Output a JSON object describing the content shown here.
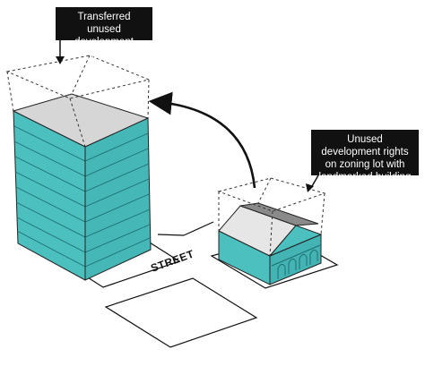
{
  "callouts": {
    "transferred": "Transferred unused development rights",
    "unused": "Unused development rights on zoning lot with landmarked building"
  },
  "labels": {
    "street": "STREET"
  },
  "colors": {
    "tower_face": "#4cbfbf",
    "tower_face_dark": "#3aa9aa",
    "roof": "#d6d6d6",
    "dashed_envelope": "#333333",
    "outline": "#111111",
    "callout_bg": "#111111",
    "callout_text": "#ffffff"
  }
}
